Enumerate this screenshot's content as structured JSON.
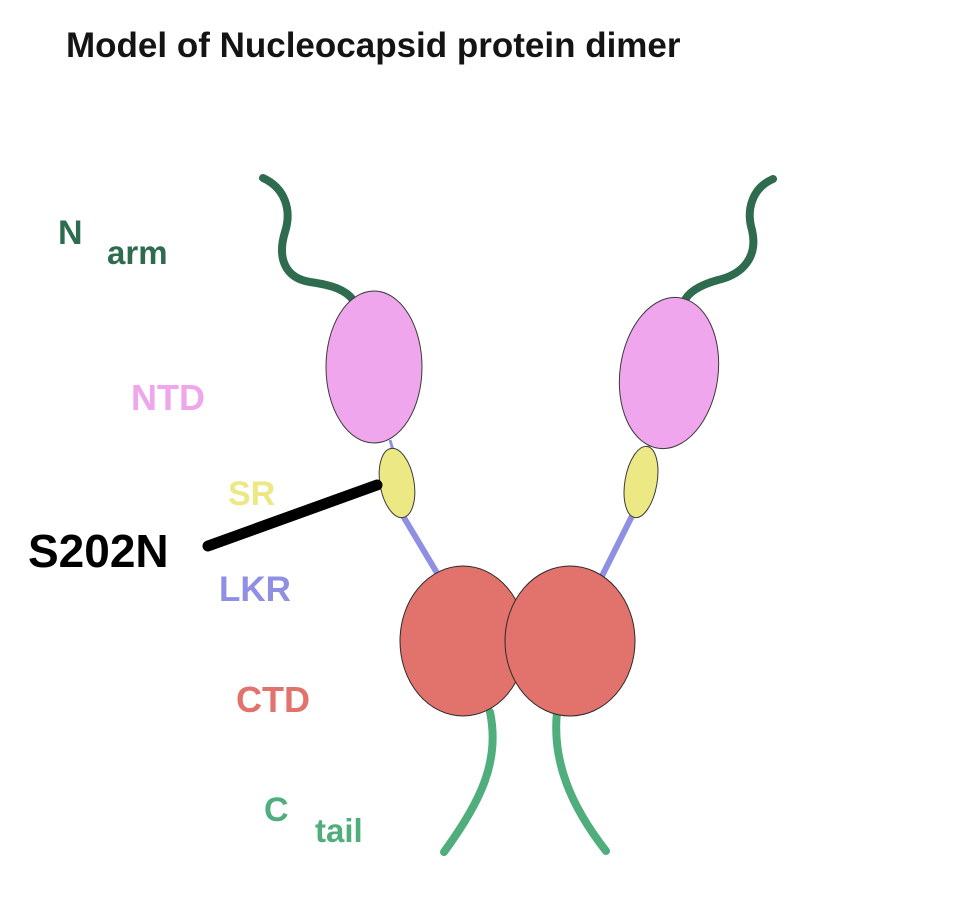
{
  "title": "Model of Nucleocapsid protein dimer",
  "labels": {
    "n_arm_main": "N",
    "n_arm_sub": "arm",
    "ntd": "NTD",
    "sr": "SR",
    "lkr": "LKR",
    "ctd": "CTD",
    "c_tail_main": "C",
    "c_tail_sub": "tail",
    "mutation": "S202N"
  },
  "colors": {
    "n_arm": "#2e6b4f",
    "ntd": "#f0a6ec",
    "sr": "#ece984",
    "lkr": "#8f8fe3",
    "ctd": "#e1726c",
    "c_tail": "#4fae7c",
    "mutation": "#000000"
  }
}
